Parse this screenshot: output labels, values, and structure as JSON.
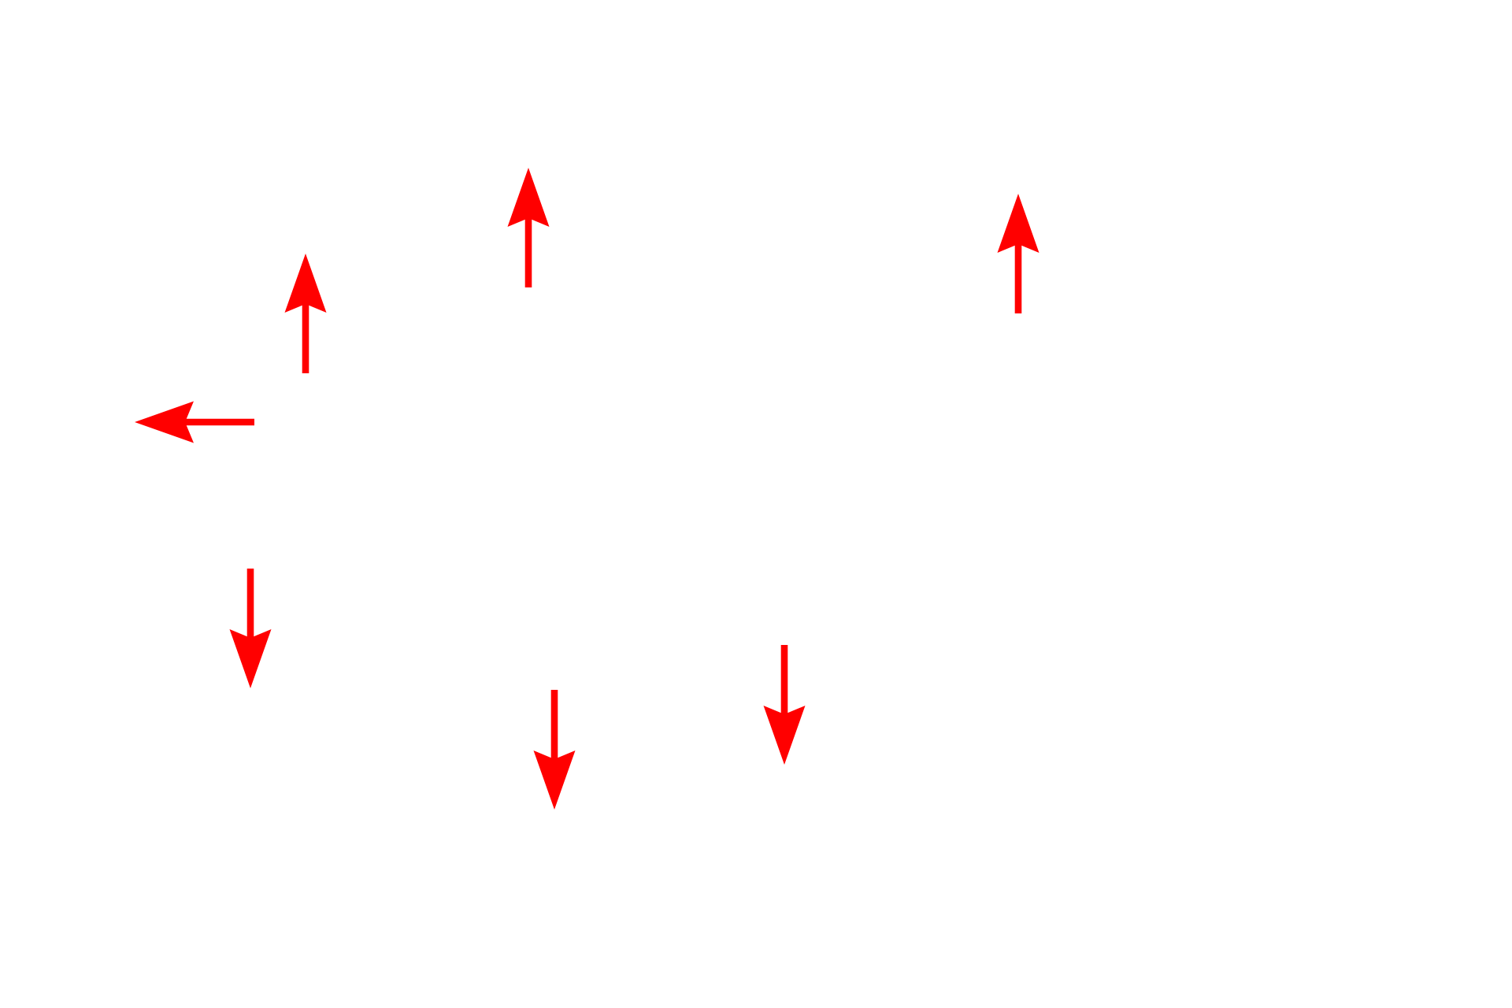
{
  "arrow_color": "#ff0000",
  "background_color": "#ffffff",
  "arrows": [
    {
      "direction": "up"
    },
    {
      "direction": "up"
    },
    {
      "direction": "up"
    },
    {
      "direction": "left"
    },
    {
      "direction": "down"
    },
    {
      "direction": "down"
    },
    {
      "direction": "down"
    }
  ]
}
